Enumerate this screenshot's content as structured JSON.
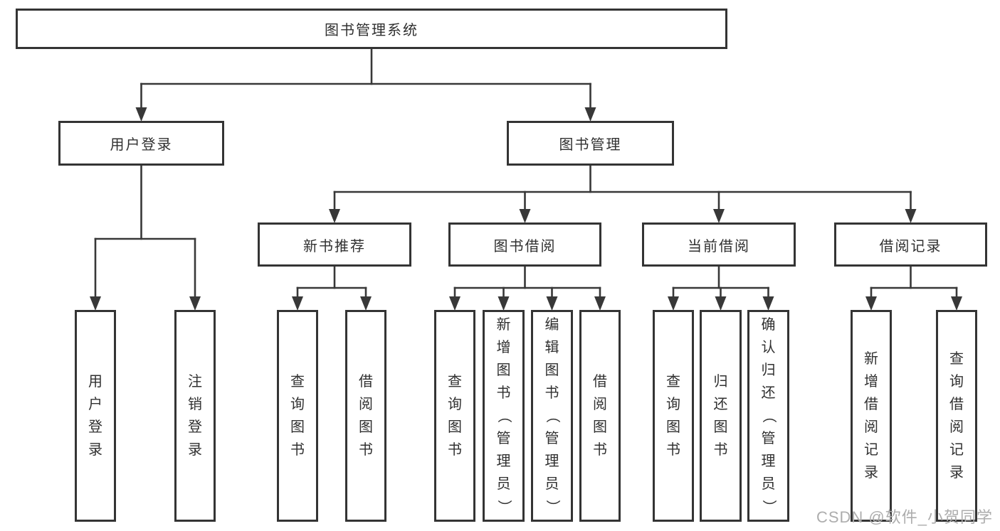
{
  "diagram": {
    "tree": {
      "id": "root",
      "label": "图书管理系统",
      "children": [
        {
          "id": "user-login",
          "label": "用户登录",
          "children": [
            {
              "id": "leaf-user-login",
              "label": "用户登录"
            },
            {
              "id": "leaf-logout",
              "label": "注销登录"
            }
          ]
        },
        {
          "id": "book-mgmt",
          "label": "图书管理",
          "children": [
            {
              "id": "new-book-rec",
              "label": "新书推荐",
              "children": [
                {
                  "id": "nbr-query-books",
                  "label": "查询图书"
                },
                {
                  "id": "nbr-borrow-books",
                  "label": "借阅图书"
                }
              ]
            },
            {
              "id": "book-borrow",
              "label": "图书借阅",
              "children": [
                {
                  "id": "bb-query-books",
                  "label": "查询图书"
                },
                {
                  "id": "bb-add-books-admin",
                  "label": "新增图书（管理员）"
                },
                {
                  "id": "bb-edit-books-admin",
                  "label": "编辑图书（管理员）"
                },
                {
                  "id": "bb-borrow-books",
                  "label": "借阅图书"
                }
              ]
            },
            {
              "id": "current-borrow",
              "label": "当前借阅",
              "children": [
                {
                  "id": "cb-query-books",
                  "label": "查询图书"
                },
                {
                  "id": "cb-return-books",
                  "label": "归还图书"
                },
                {
                  "id": "cb-confirm-return-admin",
                  "label": "确认归还（管理员）"
                }
              ]
            },
            {
              "id": "borrow-records",
              "label": "借阅记录",
              "children": [
                {
                  "id": "br-add-record",
                  "label": "新增借阅记录"
                },
                {
                  "id": "br-query-record",
                  "label": "查询借阅记录"
                }
              ]
            }
          ]
        }
      ]
    }
  },
  "watermark": {
    "text": "CSDN @软件_小贺同学"
  },
  "colors": {
    "line": "#383838",
    "box_border": "#343434",
    "text": "#303030",
    "watermark": "#adadad",
    "background": "#ffffff"
  }
}
